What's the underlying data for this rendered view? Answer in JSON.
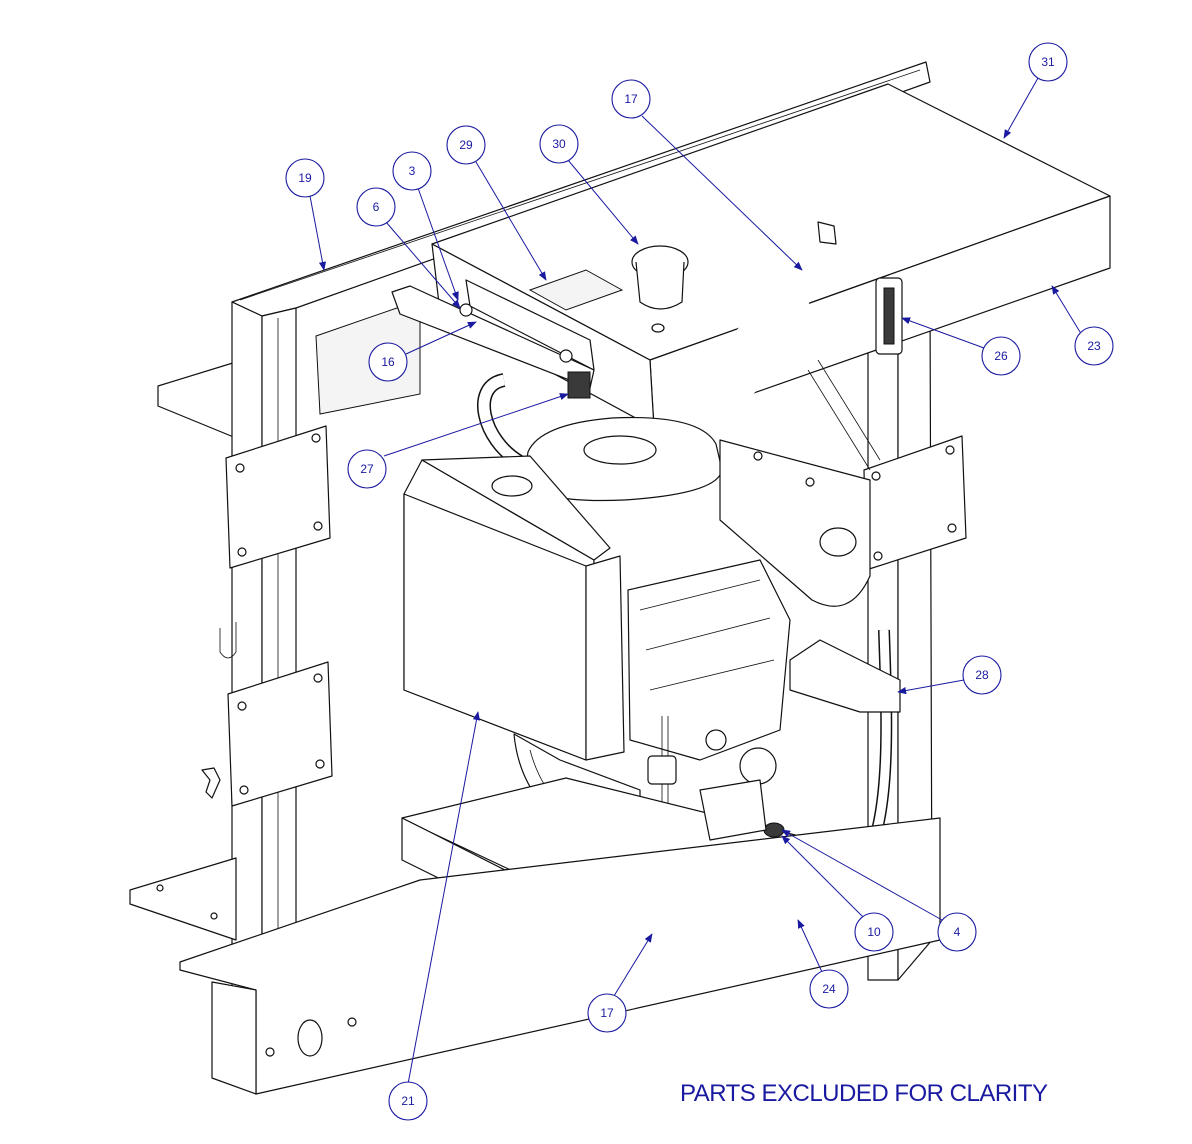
{
  "callouts": [
    {
      "label": "31"
    },
    {
      "label": "17"
    },
    {
      "label": "30"
    },
    {
      "label": "29"
    },
    {
      "label": "3"
    },
    {
      "label": "19"
    },
    {
      "label": "6"
    },
    {
      "label": "16"
    },
    {
      "label": "26"
    },
    {
      "label": "23"
    },
    {
      "label": "27"
    },
    {
      "label": "28"
    },
    {
      "label": "10"
    },
    {
      "label": "4"
    },
    {
      "label": "24"
    },
    {
      "label": "17"
    },
    {
      "label": "21"
    }
  ],
  "note": "PARTS EXCLUDED FOR CLARITY",
  "colors": {
    "callout": "#1a1aa0",
    "linework": "#111111"
  }
}
